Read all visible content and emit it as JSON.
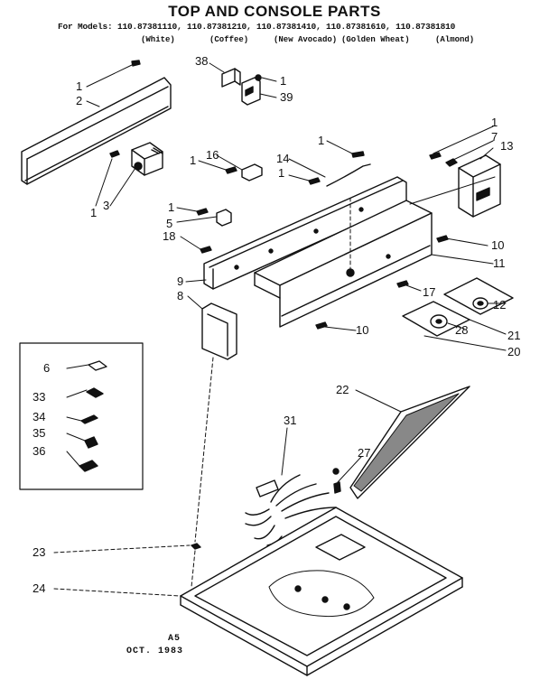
{
  "title": "TOP AND CONSOLE PARTS",
  "models_line": "For Models: 110.87381110, 110.87381210, 110.87381410, 110.87381610, 110.87381810",
  "variants": [
    "(White)",
    "(Coffee)",
    "(New Avocado)",
    "(Golden Wheat)",
    "(Almond)"
  ],
  "callouts": {
    "c1a": "1",
    "c2": "2",
    "c1b": "1",
    "c3": "3",
    "c38": "38",
    "c1c": "1",
    "c39": "39",
    "c16": "16",
    "c1d": "1",
    "c14": "14",
    "c1e": "1",
    "c1f": "1",
    "c1g": "1",
    "c7": "7",
    "c13": "13",
    "c1h": "1",
    "c5": "5",
    "c18": "18",
    "c10a": "10",
    "c11": "11",
    "c9": "9",
    "c8": "8",
    "c17": "17",
    "c12": "12",
    "c21": "21",
    "c28": "28",
    "c20": "20",
    "c10b": "10",
    "c6": "6",
    "c33": "33",
    "c34": "34",
    "c35": "35",
    "c36": "36",
    "c22": "22",
    "c31": "31",
    "c27": "27",
    "c23": "23",
    "c24": "24"
  },
  "footer": {
    "code": "A5",
    "date": "OCT. 1983"
  }
}
